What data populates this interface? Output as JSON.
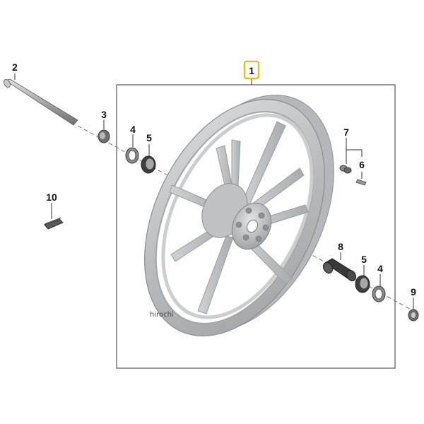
{
  "diagram": {
    "parts": {
      "p1": "1",
      "p2": "2",
      "p3": "3",
      "p4a": "4",
      "p4b": "4",
      "p5a": "5",
      "p5b": "5",
      "p6": "6",
      "p7": "7",
      "p8": "8",
      "p9": "9",
      "p10": "10"
    },
    "highlighted_part": "1",
    "highlight_color": "#e8c21a",
    "wheel_color": "#c6c8ca",
    "watermark": "hirochi"
  }
}
